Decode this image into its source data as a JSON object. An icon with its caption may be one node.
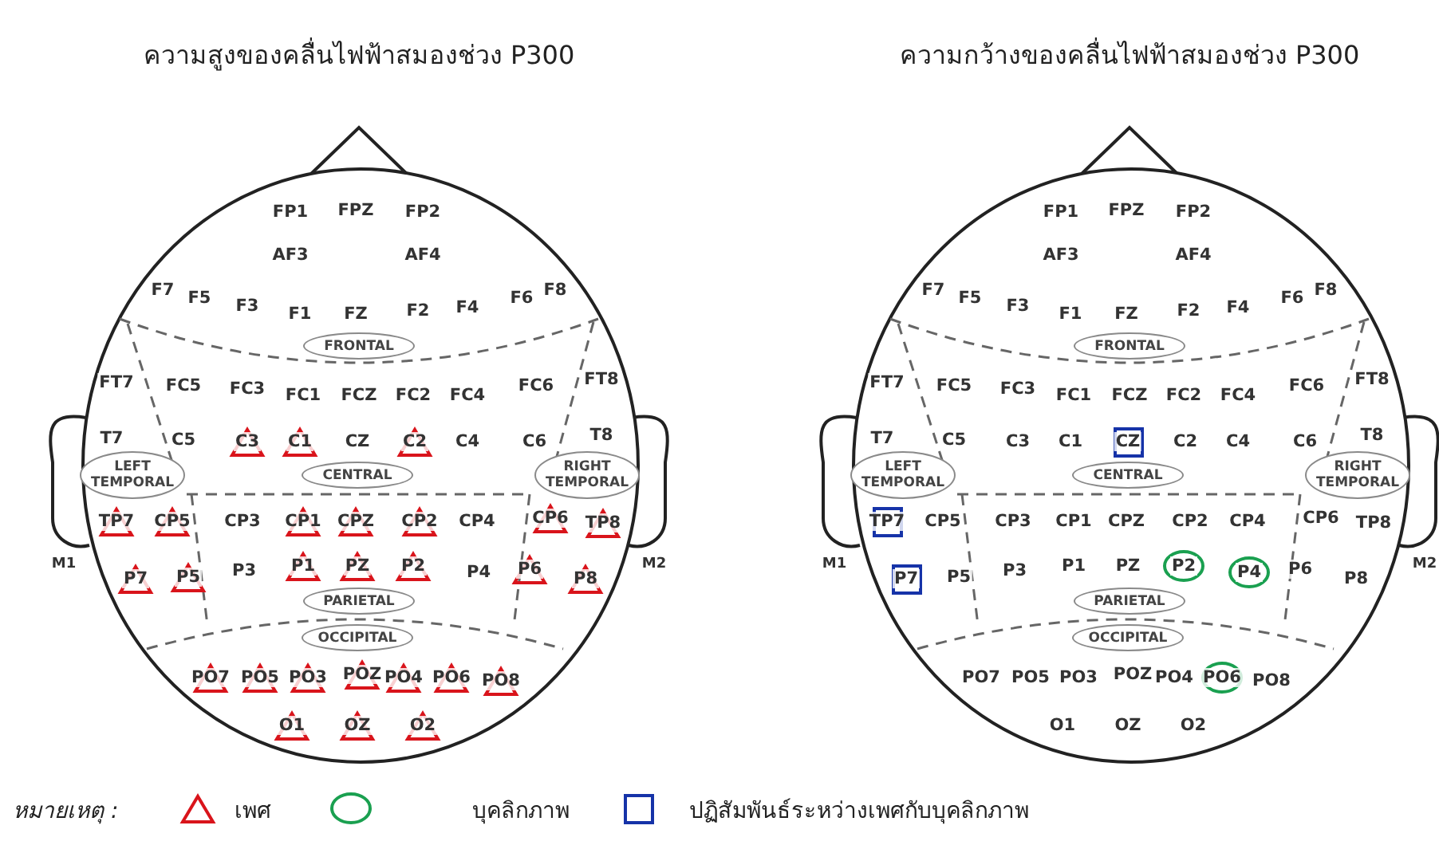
{
  "diagram": {
    "nodes": [
      {
        "text": [
          "ความสูงของคลื่นไฟฟ้าสมองช่วง P300"
        ]
      },
      {
        "text": [
          "FRONTAL"
        ],
        "in": 0
      },
      {
        "text": [
          "LEFT TEMPORAL"
        ],
        "in": 0
      },
      {
        "text": [
          "CENTRAL"
        ],
        "in": 0
      },
      {
        "text": [
          "RIGHT TEMPORAL"
        ],
        "in": 0
      },
      {
        "text": [
          "PARIETAL"
        ],
        "in": 0
      },
      {
        "text": [
          "OCCIPITAL"
        ],
        "in": 0
      },
      {
        "text": [
          "ความกว้างของคลื่นไฟฟ้าสมองช่วง P300"
        ]
      },
      {
        "text": [
          "FRONTAL"
        ],
        "in": 7
      },
      {
        "text": [
          "LEFT TEMPORAL"
        ],
        "in": 7
      },
      {
        "text": [
          "CENTRAL"
        ],
        "in": 7
      },
      {
        "text": [
          "RIGHT TEMPORAL"
        ],
        "in": 7
      },
      {
        "text": [
          "PARIETAL"
        ],
        "in": 7
      },
      {
        "text": [
          "OCCIPITAL"
        ],
        "in": 7
      }
    ],
    "labels": [
      "FP1",
      "FPZ",
      "FP2",
      "AF3",
      "AF4",
      "F7",
      "F5",
      "F3",
      "F1",
      "FZ",
      "F2",
      "F4",
      "F6",
      "F8",
      "FT7",
      "FC5",
      "FC3",
      "FC1",
      "FCZ",
      "FC2",
      "FC4",
      "FC6",
      "FT8",
      "T7",
      "C5",
      "C3",
      "C1",
      "CZ",
      "C2",
      "C4",
      "C6",
      "T8",
      "TP7",
      "CP5",
      "CP3",
      "CP1",
      "CPZ",
      "CP2",
      "CP4",
      "CP6",
      "TP8",
      "M1",
      "P7",
      "P5",
      "P3",
      "P1",
      "PZ",
      "P2",
      "P4",
      "P6",
      "P8",
      "M2",
      "PO7",
      "PO5",
      "PO3",
      "POZ",
      "PO4",
      "PO6",
      "PO8",
      "O1",
      "OZ",
      "O2",
      "FP1",
      "FPZ",
      "FP2",
      "AF3",
      "AF4",
      "F7",
      "F5",
      "F3",
      "F1",
      "FZ",
      "F2",
      "F4",
      "F6",
      "F8",
      "FT7",
      "FC5",
      "FC3",
      "FC1",
      "FCZ",
      "FC2",
      "FC4",
      "FC6",
      "FT8",
      "T7",
      "C5",
      "C3",
      "C1",
      "CZ",
      "C2",
      "C4",
      "C6",
      "T8",
      "TP7",
      "CP5",
      "CP3",
      "CP1",
      "CPZ",
      "CP2",
      "CP4",
      "CP6",
      "TP8",
      "M1",
      "P7",
      "P5",
      "P3",
      "P1",
      "PZ",
      "P2",
      "P4",
      "P6",
      "P8",
      "M2",
      "PO7",
      "PO5",
      "PO3",
      "POZ",
      "PO4",
      "PO6",
      "PO8",
      "O1",
      "OZ",
      "O2",
      "หมายเหตุ :"
    ],
    "legend": [
      {
        "text": "เพศ"
      },
      {
        "text": "บุคลิกภาพ"
      },
      {
        "text": "ปฏิสัมพันธ์ระหว่างเพศกับบุคลิกภาพ"
      }
    ]
  }
}
